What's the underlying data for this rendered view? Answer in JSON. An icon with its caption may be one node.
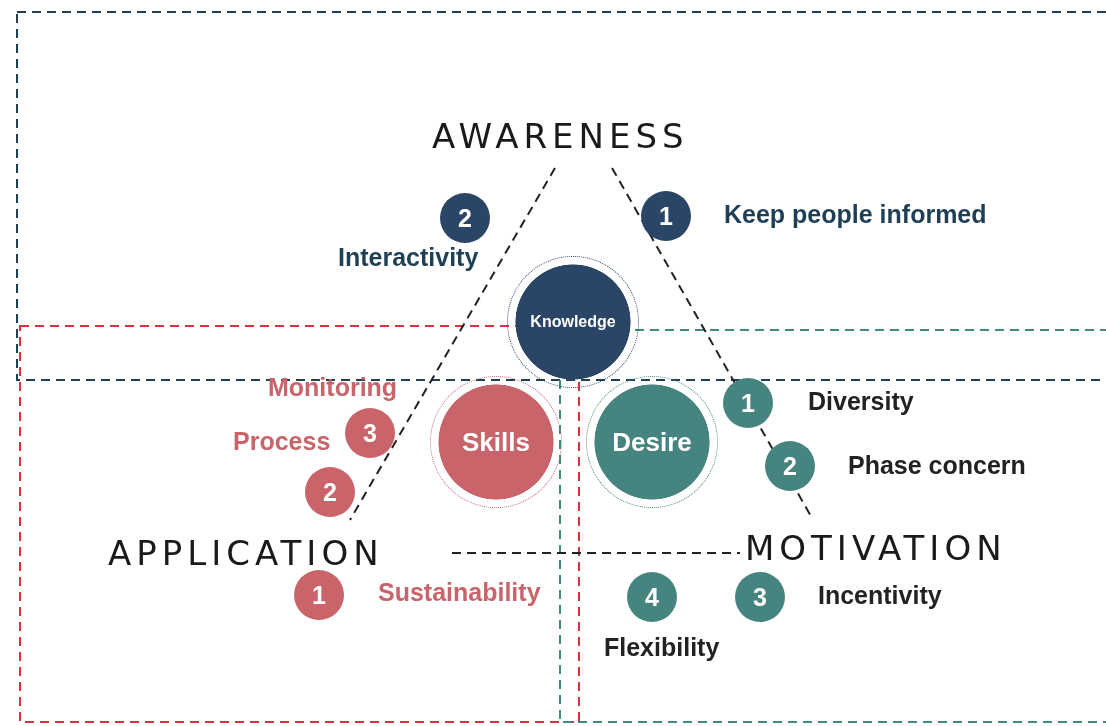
{
  "diagram": {
    "nodes": [
      {
        "text": [
          "2"
        ],
        "beside": [
          "Interactivity"
        ]
      },
      {
        "text": [
          "1"
        ],
        "beside": [
          "Keep people informed"
        ]
      },
      {
        "text": [
          "Knowledge"
        ]
      },
      {
        "text": [
          "Skills"
        ]
      },
      {
        "text": [
          "Desire"
        ]
      },
      {
        "text": [
          "3"
        ]
      },
      {
        "text": [
          "2"
        ]
      },
      {
        "text": [
          "1"
        ],
        "beside": [
          "Sustainability"
        ]
      },
      {
        "text": [
          "1"
        ],
        "beside": [
          "Diversity"
        ]
      },
      {
        "text": [
          "2"
        ],
        "beside": [
          "Phase concern"
        ]
      },
      {
        "text": [
          "4"
        ],
        "beside": [
          "Flexibility"
        ]
      },
      {
        "text": [
          "3"
        ],
        "beside": [
          "Incentivity"
        ]
      }
    ],
    "edges": [],
    "labels": [
      "AWARENESS",
      "Monitoring",
      "Process",
      "APPLICATION",
      "MOTIVATION"
    ]
  }
}
